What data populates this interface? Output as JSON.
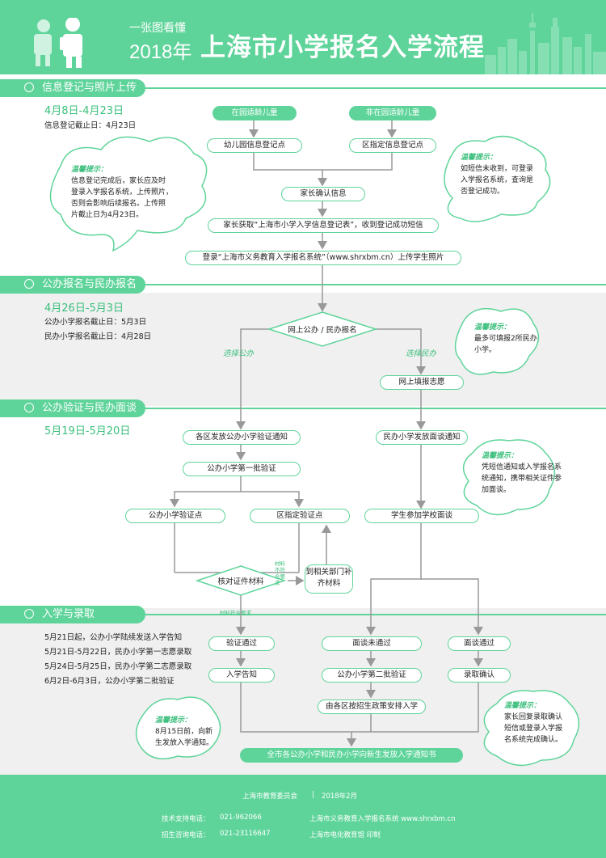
{
  "header": {
    "subtitle": "一张图看懂",
    "year": "2018年",
    "title": "上海市小学报名入学流程"
  },
  "sections": [
    {
      "label": "信息登记与照片上传",
      "date": "4月8日-4月23日",
      "notes": [
        "信息登记截止日：4月23日"
      ]
    },
    {
      "label": "公办报名与民办报名",
      "date": "4月26日-5月3日",
      "notes": [
        "公办小学报名截止日：5月3日",
        "民办小学报名截止日：4月28日"
      ]
    },
    {
      "label": "公办验证与民办面谈",
      "date": "5月19日-5月20日",
      "notes": []
    },
    {
      "label": "入学与录取",
      "date": "",
      "notes": [
        "5月21日起，公办小学陆续发送入学告知",
        "5月21日-5月22日，民办小学第一志愿录取",
        "5月24日-5月25日，民办小学第二志愿录取",
        "6月2日-6月3日，公办小学第二批验证"
      ]
    }
  ],
  "flow": {
    "in_age": "在园适龄儿童",
    "not_in_age": "非在园适龄儿童",
    "kindergarten_reg": "幼儿园信息登记点",
    "district_reg": "区指定信息登记点",
    "parent_confirm": "家长确认信息",
    "parent_get": "家长获取“上海市小学入学信息登记表”，收到登记成功短信",
    "login_upload": "登录“上海市义务教育入学报名系统”（www.shrxbm.cn）上传学生照片",
    "online_apply": "网上公办 / 民办报名",
    "choose_public": "选择公办",
    "choose_private": "选择民办",
    "fill_wish": "网上填报志愿",
    "district_notice": "各区发放公办小学验证通知",
    "first_verify": "公办小学第一批验证",
    "public_point": "公办小学验证点",
    "district_point": "区指定验证点",
    "check_docs": "核对证件材料",
    "not_meet": "材料不符合要求",
    "go_department": "到相关部门补齐材料",
    "meet": "材料符合要求",
    "private_interview_notice": "民办小学发放面谈通知",
    "student_interview": "学生参加学校面谈",
    "verify_pass": "验证通过",
    "interview_fail": "面谈未通过",
    "interview_pass": "面谈通过",
    "entrance_notice": "入学告知",
    "second_verify": "公办小学第二批验证",
    "accept_confirm": "录取确认",
    "district_arrange": "由各区按招生政策安排入学",
    "final_notice": "全市各公办小学和民办小学向新生发放入学通知书"
  },
  "clouds": [
    {
      "head": "温馨提示：",
      "text": [
        "信息登记完成后，家长应及时",
        "登录入学报名系统，上传照片，",
        "否则会影响后续报名。上传照",
        "片截止日为4月23日。"
      ]
    },
    {
      "head": "温馨提示：",
      "text": [
        "如短信未收到，可登录",
        "入学报名系统，查询是",
        "否登记成功。"
      ]
    },
    {
      "head": "温馨提示：",
      "text": [
        "最多可填报2所民办",
        "小学。"
      ]
    },
    {
      "head": "温馨提示：",
      "text": [
        "凭短信通知或入学报名系",
        "统通知，携带相关证件参",
        "加面谈。"
      ]
    },
    {
      "head": "温馨提示：",
      "text": [
        "家长回复录取确认",
        "短信或登录入学报",
        "名系统完成确认。"
      ]
    },
    {
      "head": "温馨提示：",
      "text": [
        "8月15日前，向新",
        "生发放入学通知。"
      ]
    }
  ],
  "footer": {
    "org": "上海市教育委员会",
    "sep": "|",
    "date": "2018年2月",
    "tech_label": "技术支持电话：",
    "tech_phone": "021-962066",
    "enroll_label": "招生咨询电话：",
    "enroll_phone": "021-23116647",
    "system": "上海市义务教育入学报名系统  www.shrxbm.cn",
    "printer": "上海市电化教育馆  印制"
  },
  "colors": {
    "accent": "#5fd49a",
    "accent_text": "#3bbf7c",
    "line": "#999999",
    "band": "#f0f0f0"
  }
}
